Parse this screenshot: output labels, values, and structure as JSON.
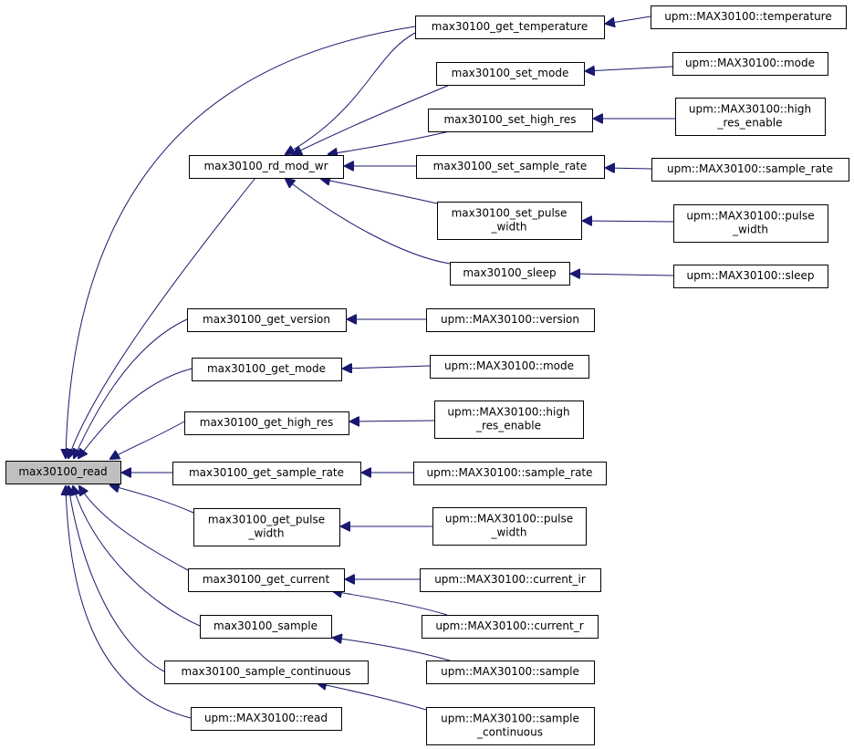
{
  "colors": {
    "edge": "#191970",
    "node_fill": "#ffffff",
    "root_fill": "#bfbfbf",
    "border": "#000000"
  },
  "nodes": {
    "read": [
      "max30100_read"
    ],
    "rd_mod_wr": [
      "max30100_rd_mod_wr"
    ],
    "get_temperature": [
      "max30100_get_temperature"
    ],
    "set_mode": [
      "max30100_set_mode"
    ],
    "set_high_res": [
      "max30100_set_high_res"
    ],
    "set_sample_rate": [
      "max30100_set_sample_rate"
    ],
    "set_pulse_width": [
      "max30100_set_pulse",
      "_width"
    ],
    "sleep": [
      "max30100_sleep"
    ],
    "get_version": [
      "max30100_get_version"
    ],
    "get_mode": [
      "max30100_get_mode"
    ],
    "get_high_res": [
      "max30100_get_high_res"
    ],
    "get_sample_rate": [
      "max30100_get_sample_rate"
    ],
    "get_pulse_width": [
      "max30100_get_pulse",
      "_width"
    ],
    "get_current": [
      "max30100_get_current"
    ],
    "sample": [
      "max30100_sample"
    ],
    "sample_continuous_fn": [
      "max30100_sample_continuous"
    ],
    "upm_read": [
      "upm::MAX30100::read"
    ],
    "upm_temperature": [
      "upm::MAX30100::temperature"
    ],
    "upm_mode_a": [
      "upm::MAX30100::mode"
    ],
    "upm_high_res_a": [
      "upm::MAX30100::high",
      "_res_enable"
    ],
    "upm_sample_rate_a": [
      "upm::MAX30100::sample_rate"
    ],
    "upm_pulse_a": [
      "upm::MAX30100::pulse",
      "_width"
    ],
    "upm_sleep": [
      "upm::MAX30100::sleep"
    ],
    "upm_version": [
      "upm::MAX30100::version"
    ],
    "upm_mode_b": [
      "upm::MAX30100::mode"
    ],
    "upm_high_res_b": [
      "upm::MAX30100::high",
      "_res_enable"
    ],
    "upm_sample_rate_b": [
      "upm::MAX30100::sample_rate"
    ],
    "upm_pulse_b": [
      "upm::MAX30100::pulse",
      "_width"
    ],
    "upm_current_ir": [
      "upm::MAX30100::current_ir"
    ],
    "upm_current_r": [
      "upm::MAX30100::current_r"
    ],
    "upm_sample": [
      "upm::MAX30100::sample"
    ],
    "upm_sample_continuous": [
      "upm::MAX30100::sample",
      "_continuous"
    ]
  },
  "edges": [
    {
      "from": "get_temperature",
      "to": "read"
    },
    {
      "from": "rd_mod_wr",
      "to": "read"
    },
    {
      "from": "get_version",
      "to": "read"
    },
    {
      "from": "get_mode",
      "to": "read"
    },
    {
      "from": "get_high_res",
      "to": "read"
    },
    {
      "from": "get_sample_rate",
      "to": "read"
    },
    {
      "from": "get_pulse_width",
      "to": "read"
    },
    {
      "from": "get_current",
      "to": "read"
    },
    {
      "from": "sample",
      "to": "read"
    },
    {
      "from": "sample_continuous_fn",
      "to": "read"
    },
    {
      "from": "upm_read",
      "to": "read"
    },
    {
      "from": "get_temperature",
      "to": "rd_mod_wr"
    },
    {
      "from": "set_mode",
      "to": "rd_mod_wr"
    },
    {
      "from": "set_high_res",
      "to": "rd_mod_wr"
    },
    {
      "from": "set_sample_rate",
      "to": "rd_mod_wr"
    },
    {
      "from": "set_pulse_width",
      "to": "rd_mod_wr"
    },
    {
      "from": "sleep",
      "to": "rd_mod_wr"
    },
    {
      "from": "upm_temperature",
      "to": "get_temperature"
    },
    {
      "from": "upm_mode_a",
      "to": "set_mode"
    },
    {
      "from": "upm_high_res_a",
      "to": "set_high_res"
    },
    {
      "from": "upm_sample_rate_a",
      "to": "set_sample_rate"
    },
    {
      "from": "upm_pulse_a",
      "to": "set_pulse_width"
    },
    {
      "from": "upm_sleep",
      "to": "sleep"
    },
    {
      "from": "upm_version",
      "to": "get_version"
    },
    {
      "from": "upm_mode_b",
      "to": "get_mode"
    },
    {
      "from": "upm_high_res_b",
      "to": "get_high_res"
    },
    {
      "from": "upm_sample_rate_b",
      "to": "get_sample_rate"
    },
    {
      "from": "upm_pulse_b",
      "to": "get_pulse_width"
    },
    {
      "from": "upm_current_ir",
      "to": "get_current"
    },
    {
      "from": "upm_current_r",
      "to": "get_current"
    },
    {
      "from": "upm_sample",
      "to": "sample"
    },
    {
      "from": "upm_sample_continuous",
      "to": "sample_continuous_fn"
    }
  ]
}
